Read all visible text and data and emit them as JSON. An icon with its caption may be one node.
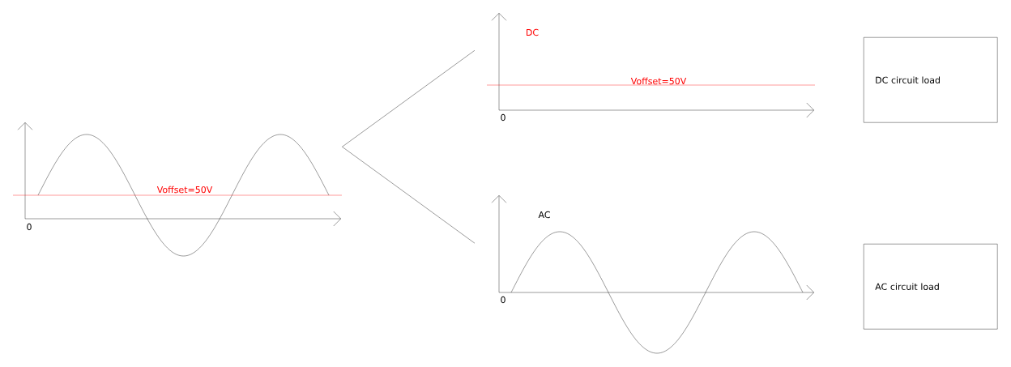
{
  "diagram": {
    "nodes": [
      {
        "text": [
          "Voffset=50V",
          "0"
        ]
      },
      {
        "text": [
          "DC",
          "Voffset=50V",
          "0"
        ]
      },
      {
        "text": [
          "AC",
          "0"
        ]
      },
      {
        "text": [
          "DC circuit load"
        ]
      },
      {
        "text": [
          "AC circuit load"
        ]
      }
    ],
    "edges": [
      {
        "from": 0,
        "to": 1,
        "arrow": "none"
      },
      {
        "from": 0,
        "to": 2,
        "arrow": "none"
      }
    ]
  }
}
